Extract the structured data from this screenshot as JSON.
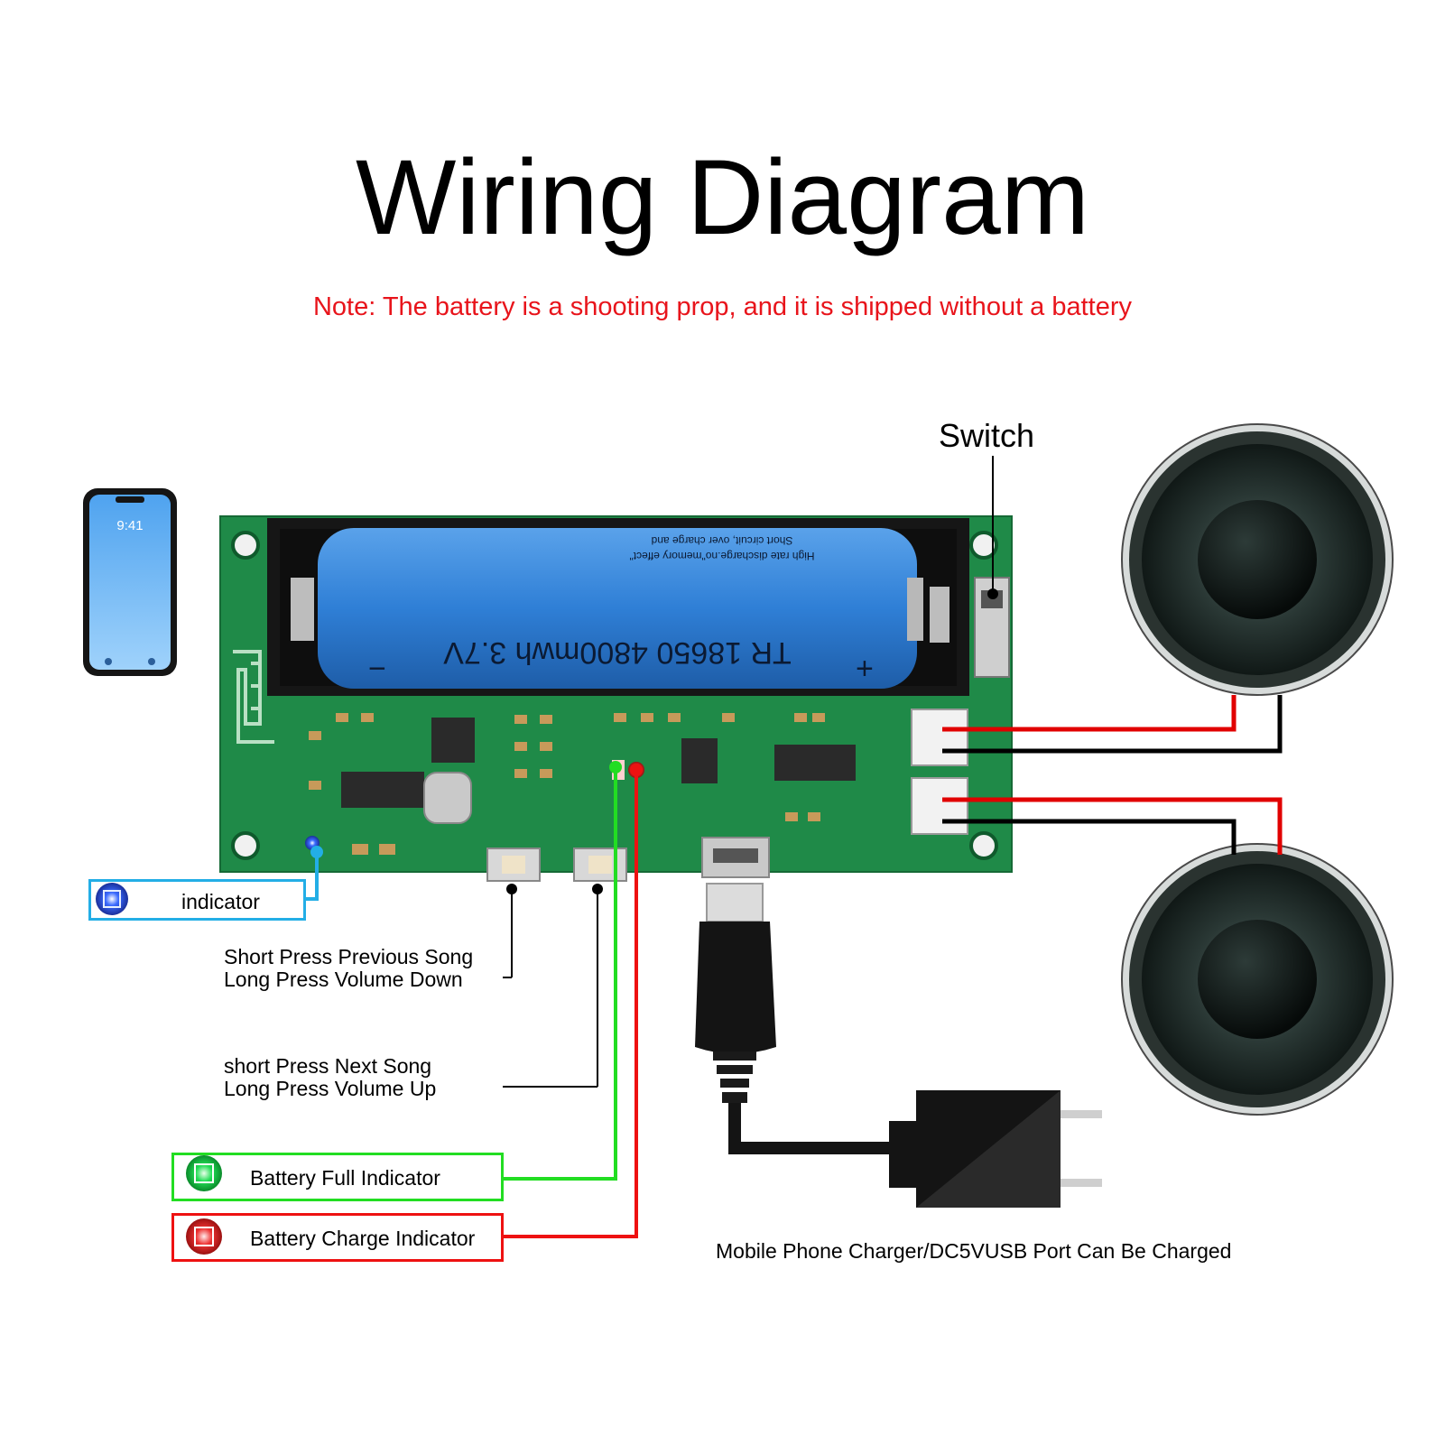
{
  "title": "Wiring Diagram",
  "note": "Note: The battery is a shooting prop, and it is shipped without a battery",
  "colors": {
    "note": "#e8141b",
    "board": "#1f8a48",
    "battery": "#2f7fd6",
    "indicator_blue": "#23aee6",
    "indicator_green": "#22dd22",
    "indicator_red": "#ee1111"
  },
  "phone": {
    "time": "9:41"
  },
  "battery": {
    "text": "TR 18650 4800mwh 3.7V",
    "fine_print_1": "High rate discharge.no\"memory effect\"",
    "fine_print_2": "Short circuit, over charge and",
    "plus": "+",
    "minus": "−"
  },
  "switch_label": "Switch",
  "indicator_label": "indicator",
  "prev_button": {
    "line1": "Short Press Previous Song",
    "line2": "Long Press Volume Down"
  },
  "next_button": {
    "line1": "short Press Next Song",
    "line2": "Long Press Volume Up"
  },
  "battery_full": "Battery Full Indicator",
  "battery_charge": "Battery Charge Indicator",
  "charger_label": "Mobile Phone Charger/DC5VUSB Port Can Be Charged",
  "icons": [
    "phone-icon",
    "battery-icon",
    "speaker-icon",
    "usb-plug-icon",
    "wall-adapter-icon",
    "led-icon"
  ]
}
